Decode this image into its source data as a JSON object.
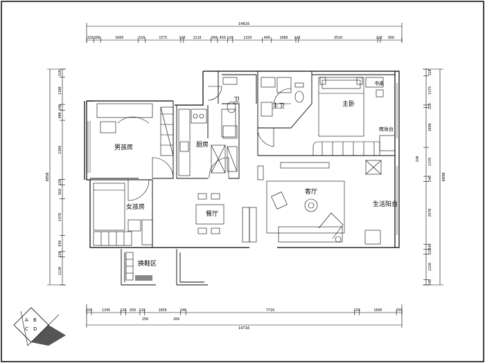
{
  "dimensions": {
    "top_total": "14816",
    "top_segments": [
      "320",
      "300",
      "1660",
      "320",
      "1575",
      "120",
      "1210",
      "300",
      "450",
      "220",
      "1320",
      "400",
      "1080",
      "120",
      "3510",
      "120",
      "950"
    ],
    "bottom_total": "14716",
    "bottom_segments": [
      "220",
      "1345",
      "220",
      "650",
      "210",
      "1650",
      "240",
      "7710",
      "220",
      "1690",
      "250"
    ],
    "bottom_sub": [
      "250",
      "260"
    ],
    "left_total": "9850",
    "left_segments": [
      "320",
      "1100",
      "240",
      "400",
      "2380",
      "220",
      "560",
      "1470",
      "650",
      "220",
      "1120"
    ],
    "right_total": "9890",
    "right_segments": [
      "320",
      "1375",
      "120",
      "1880",
      "1370",
      "240",
      "2970",
      "240",
      "220",
      "1220",
      "240"
    ],
    "right_sub": [
      "240"
    ]
  },
  "rooms": {
    "kid_room": "男孩房",
    "girl_room": "女孩房",
    "kitchen": "厨房",
    "dining": "餐厅",
    "living": "客厅",
    "master_bath": "主卫",
    "guest_bath": "卫",
    "master_bed": "主卧",
    "study_desk": "书桌",
    "vanity": "梳妆台",
    "balcony": "生活阳台",
    "shoe_area": "换鞋区"
  },
  "colors": {
    "line": "#000000",
    "background": "#ffffff"
  },
  "logo": {
    "letters": [
      "A",
      "B",
      "C",
      "D"
    ]
  }
}
